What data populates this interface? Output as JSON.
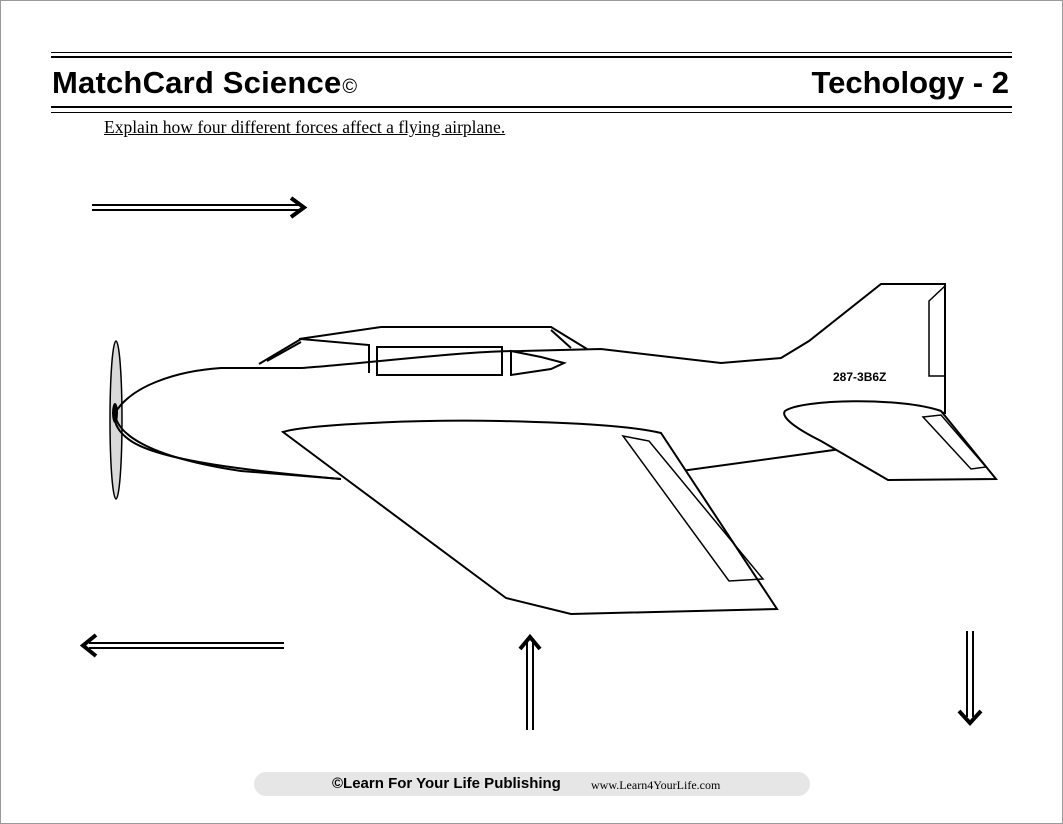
{
  "header": {
    "title": "MatchCard Science",
    "copyright_mark": "©",
    "subtitle": "Techology - 2"
  },
  "prompt": "Explain how four different forces affect a flying airplane.",
  "airplane": {
    "registration": "287-3B6Z"
  },
  "arrows": {
    "icons": [
      "arrow-right-icon",
      "arrow-left-icon",
      "arrow-up-icon",
      "arrow-down-icon"
    ]
  },
  "footer": {
    "publisher": "©Learn For Your Life Publishing",
    "url": "www.Learn4YourLife.com"
  },
  "colors": {
    "ink": "#000000",
    "footer_bar": "#e6e6e6",
    "propeller": "#d9d9d9",
    "frame": "#9a9a9a"
  }
}
